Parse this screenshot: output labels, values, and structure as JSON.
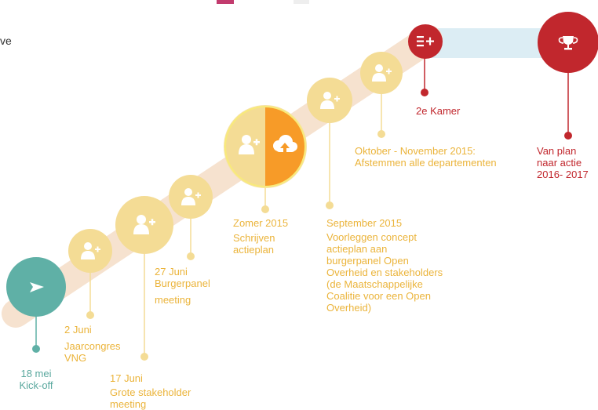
{
  "header": {
    "partial_text": "ve"
  },
  "colors": {
    "road": "#f6e2cf",
    "milestone": "#f4dc95",
    "milestone_light": "#f6e3a6",
    "accent_orange": "#f79b28",
    "teal": "#5fb0a6",
    "red": "#c1272d",
    "light_blue": "#dcedf4",
    "label_yellow": "#ebb43b"
  },
  "icons": {
    "kickoff": "paper-plane-icon",
    "person": "add-user-icon",
    "upload": "cloud-upload-icon",
    "kamer": "list-plus-icon",
    "final": "trophy-icon"
  },
  "milestones": {
    "kickoff": {
      "date": "18 mei",
      "title": "Kick-off"
    },
    "jaarcongres": {
      "date": "2 Juni",
      "title": "Jaarcongres",
      "title2": "VNG"
    },
    "stakeholder": {
      "date": "17 Juni",
      "title": "Grote stakeholder",
      "title2": "meeting"
    },
    "burgerpanel": {
      "date": "27 Juni",
      "title": "Burgerpanel",
      "title2": "meeting"
    },
    "zomer": {
      "date": "Zomer 2015",
      "title": "Schrijven",
      "title2": "actieplan"
    },
    "september": {
      "date": "September 2015",
      "lines": [
        "Voorleggen concept",
        "actieplan aan",
        "burgerpanel Open",
        "Overheid en stakeholders",
        "(de Maatschappelijke",
        "Coalitie voor een Open",
        "Overheid)"
      ]
    },
    "oktober": {
      "date": "Oktober - November 2015:",
      "title": "Afstemmen alle departementen"
    },
    "kamer": {
      "title": "2e Kamer"
    },
    "final": {
      "title": "Van plan",
      "title2": "naar actie",
      "title3": "2016- 2017"
    }
  }
}
